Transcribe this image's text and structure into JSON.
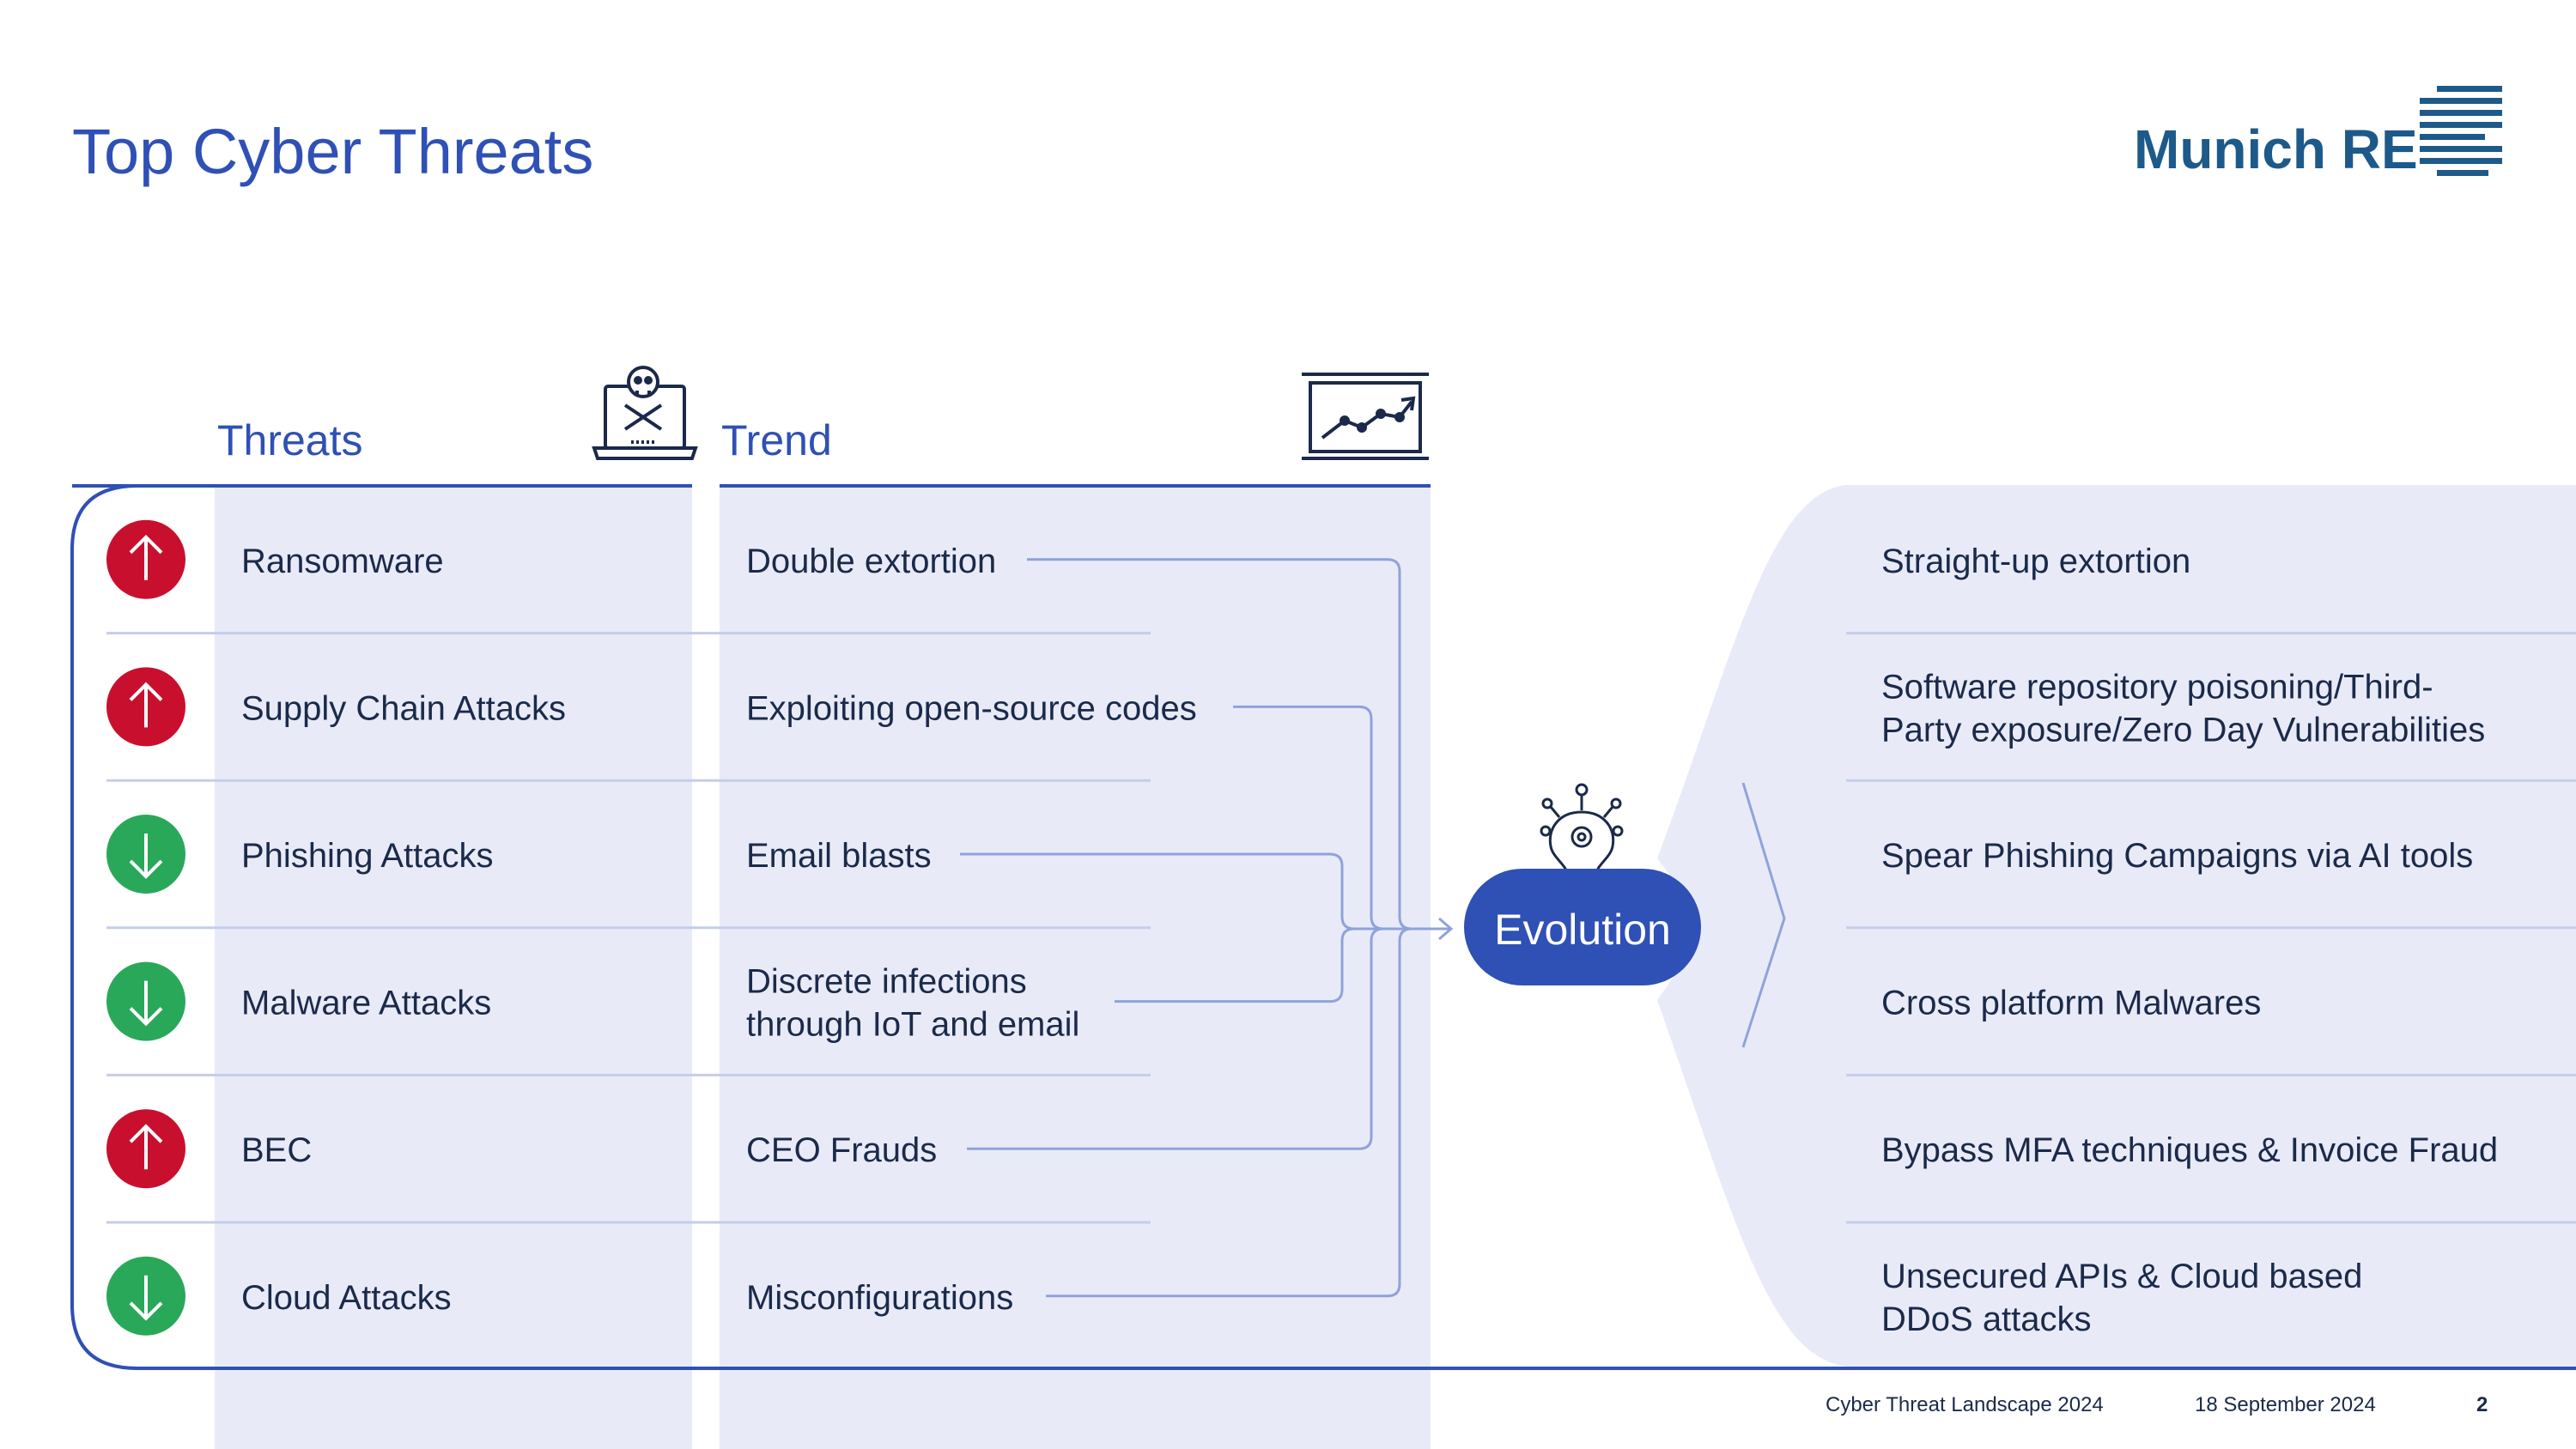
{
  "slide": {
    "title": "Top Cyber Threats",
    "logo_text": "Munich RE"
  },
  "columns": {
    "threats_header": "Threats",
    "trend_header": "Trend"
  },
  "rows": [
    {
      "threat": "Ransomware",
      "direction": "up",
      "trend": [
        "Double extortion"
      ],
      "evolution": [
        "Straight-up extortion"
      ]
    },
    {
      "threat": "Supply Chain Attacks",
      "direction": "up",
      "trend": [
        "Exploiting open-source codes"
      ],
      "evolution": [
        "Software repository poisoning/Third-",
        "Party exposure/Zero Day Vulnerabilities"
      ]
    },
    {
      "threat": "Phishing Attacks",
      "direction": "down",
      "trend": [
        "Email blasts"
      ],
      "evolution": [
        "Spear Phishing Campaigns via AI tools"
      ]
    },
    {
      "threat": "Malware Attacks",
      "direction": "down",
      "trend": [
        "Discrete infections",
        "through IoT and email"
      ],
      "evolution": [
        "Cross platform Malwares"
      ]
    },
    {
      "threat": "BEC",
      "direction": "up",
      "trend": [
        "CEO Frauds"
      ],
      "evolution": [
        "Bypass MFA techniques & Invoice Fraud"
      ]
    },
    {
      "threat": "Cloud Attacks",
      "direction": "down",
      "trend": [
        "Misconfigurations"
      ],
      "evolution": [
        "Unsecured APIs & Cloud based",
        "DDoS attacks"
      ]
    }
  ],
  "evolution_label": "Evolution",
  "footer": {
    "report": "Cyber Threat Landscape 2024",
    "date": "18 September 2024",
    "page": "2"
  },
  "colors": {
    "title_blue": "#2f50b5",
    "logo_blue": "#1d5a8a",
    "band": "#e8ebf7",
    "up": "#c8102e",
    "down": "#2aa85a",
    "line": "#2f50b5",
    "connector": "#8fa3da"
  }
}
